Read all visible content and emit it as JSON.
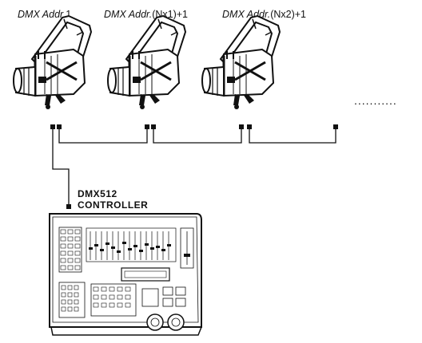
{
  "fixtures": [
    {
      "addr_label": "DMX Addr.",
      "addr_suffix": "1"
    },
    {
      "addr_label": "DMX Addr.",
      "addr_suffix": "(Nx1)+1"
    },
    {
      "addr_label": "DMX Addr.",
      "addr_suffix": "(Nx2)+1"
    }
  ],
  "continuation": "...........",
  "controller": {
    "line1": "DMX512",
    "line2": "CONTROLLER"
  },
  "icons": [
    "profile-spotlight-icon",
    "dmx-controller-icon"
  ]
}
